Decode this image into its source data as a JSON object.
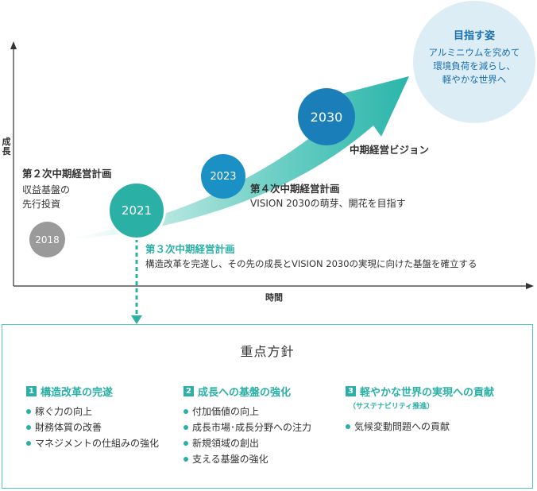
{
  "axis": {
    "y_label": "成長",
    "x_label": "時間"
  },
  "milestones": {
    "y2018": "2018",
    "y2021": "2021",
    "y2023": "2023",
    "y2030": "2030"
  },
  "plan2": {
    "title": "第２次中期経営計画",
    "line1": "収益基盤の",
    "line2": "先行投資"
  },
  "plan3": {
    "title": "第３次中期経営計画",
    "desc": "構造改革を完遂し、その先の成長とVISION 2030の実現に向けた基盤を確立する"
  },
  "plan4": {
    "title": "第４次中期経営計画",
    "desc": "VISION 2030の萌芽、開花を目指す"
  },
  "vision": {
    "title": "中期経営ビジョン"
  },
  "goal": {
    "title": "目指す姿",
    "line1": "アルミニウムを究めて",
    "line2": "環境負荷を減らし、",
    "line3": "軽やかな世界へ"
  },
  "policies": {
    "title": "重点方針",
    "p1": {
      "num": "1",
      "title": "構造改革の完遂",
      "items": [
        "稼ぐ力の向上",
        "財務体質の改善",
        "マネジメントの仕組みの強化"
      ]
    },
    "p2": {
      "num": "2",
      "title": "成長への基盤の強化",
      "items": [
        "付加価値の向上",
        "成長市場･成長分野への注力",
        "新規領域の創出",
        "支える基盤の強化"
      ]
    },
    "p3": {
      "num": "3",
      "title": "軽やかな世界の実現への貢献",
      "subtitle": "（サステナビリティ推進）",
      "items": [
        "気候変動問題への貢献"
      ]
    }
  },
  "colors": {
    "teal": "#2bb0a6",
    "teal_light": "#4fc7bd",
    "blue": "#1a7fb8",
    "blue_mid": "#1b90c4",
    "gray": "#9a9a9a",
    "goal_bg": "#dcedf5",
    "goal_text": "#1a6fae"
  }
}
